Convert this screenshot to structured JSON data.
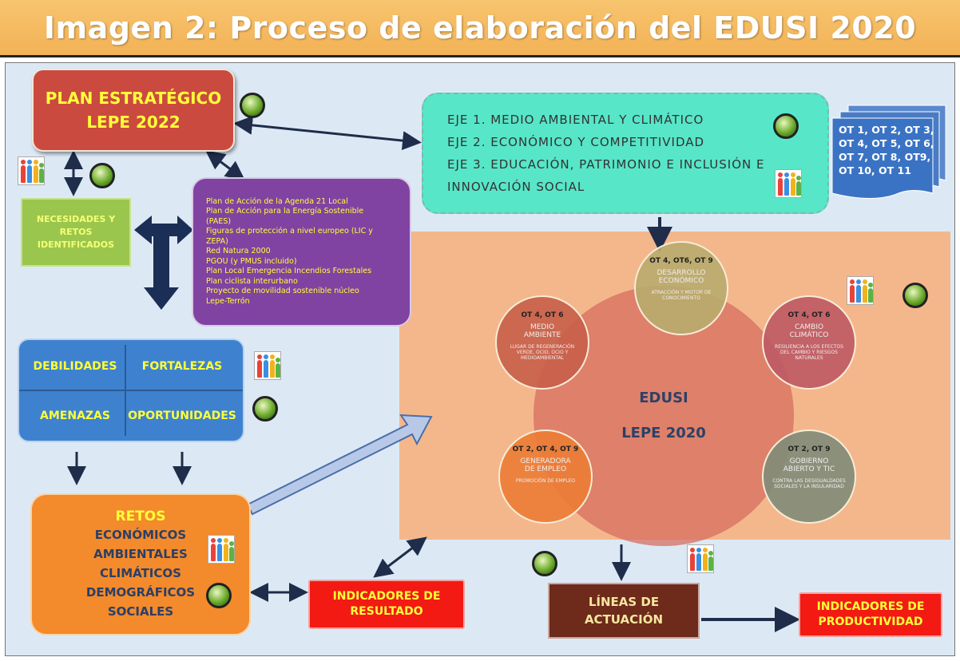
{
  "title": "Imagen 2: Proceso de elaboración del EDUSI 2020",
  "plan": {
    "line1": "PLAN ESTRATÉGICO",
    "line2": "LEPE 2022"
  },
  "ejes": [
    "EJE 1. MEDIO AMBIENTAL Y CLIMÁTICO",
    "EJE 2. ECONÓMICO Y COMPETITIVIDAD",
    "EJE 3. EDUCACIÓN, PATRIMONIO E INCLUSIÓN E",
    "INNOVACIÓN SOCIAL"
  ],
  "ot_doc": {
    "line1": "OT 1, OT 2, OT 3,",
    "line2": "OT 4, OT 5, OT 6,",
    "line3": "OT 7, OT 8, OT9,",
    "line4": "OT 10, OT 11"
  },
  "necesidades": {
    "line1": "NECESIDADES Y",
    "line2": "RETOS",
    "line3": "IDENTIFICADOS"
  },
  "agenda": [
    "Plan de Acción de la Agenda 21 Local",
    "Plan de Acción para la Energía Sostenible",
    "(PAES)",
    "Figuras de protección a nivel europeo (LIC y",
    "ZEPA)",
    "Red Natura 2000",
    "PGOU (y PMUS incluido)",
    "Plan Local Emergencia Incendios Forestales",
    "Plan ciclista interurbano",
    "Proyecto de movilidad sostenible núcleo",
    "Lepe-Terrón"
  ],
  "dafo": {
    "debilidades": "DEBILIDADES",
    "fortalezas": "FORTALEZAS",
    "amenazas": "AMENAZAS",
    "oportunidades": "OPORTUNIDADES"
  },
  "retos": {
    "heading": "RETOS",
    "items": [
      "ECONÓMICOS",
      "AMBIENTALES",
      "CLIMÁTICOS",
      "DEMOGRÁFICOS",
      "SOCIALES"
    ]
  },
  "indicadores_resultado": {
    "line1": "INDICADORES DE",
    "line2": "RESULTADO"
  },
  "lineas": {
    "line1": "LÍNEAS DE",
    "line2": "ACTUACIÓN"
  },
  "indicadores_productividad": {
    "line1": "INDICADORES DE",
    "line2": "PRODUCTIVIDAD"
  },
  "edusi": {
    "line1": "EDUSI",
    "line2": "LEPE 2020"
  },
  "circles": {
    "desarrollo": {
      "ot": "OT 4, OT6, OT 9",
      "name1": "DESARROLLO",
      "name2": "ECONÓMICO",
      "sub": "ATRACCIÓN Y MOTOR DE CONOCIMIENTO"
    },
    "medio": {
      "ot": "OT 4, OT 6",
      "name1": "MEDIO",
      "name2": "AMBIENTE",
      "sub": "LUGAR DE REGENERACIÓN VERDE, OCIO, OCIO Y MEDIOAMBIENTAL"
    },
    "cambio": {
      "ot": "OT 4, OT 6",
      "name1": "CAMBIO",
      "name2": "CLIMÁTICO",
      "sub": "RESILIENCIA A LOS EFECTOS DEL CAMBIO Y RIESGOS NATURALES"
    },
    "generadora": {
      "ot": "OT 2, OT 4, OT 9",
      "name1": "GENERADORA",
      "name2": "DE EMPLEO",
      "sub": "PROMOCIÓN DE EMPLEO"
    },
    "gobierno": {
      "ot": "OT 2, OT 9",
      "name1": "GOBIERNO",
      "name2": "ABIERTO Y TIC",
      "sub": "CONTRA LAS DESIGUALDADES SOCIALES Y LA INSULARIDAD"
    }
  },
  "colors": {
    "title_bg": "#f3b256",
    "plan_bg": "#cb4a3f",
    "ejes_bg": "#57e6c8",
    "agenda_bg": "#8043a2",
    "dafo_bg": "#3e82cf",
    "retos_bg": "#f38a2b",
    "indicator_bg": "#f21a13",
    "lineas_bg": "#6e2a1a",
    "edusi_bg": "#f4b78c",
    "ot_doc_bg": "#3b73c4"
  },
  "icons": {
    "people": "people-group-icon",
    "globe": "globe-icon"
  }
}
